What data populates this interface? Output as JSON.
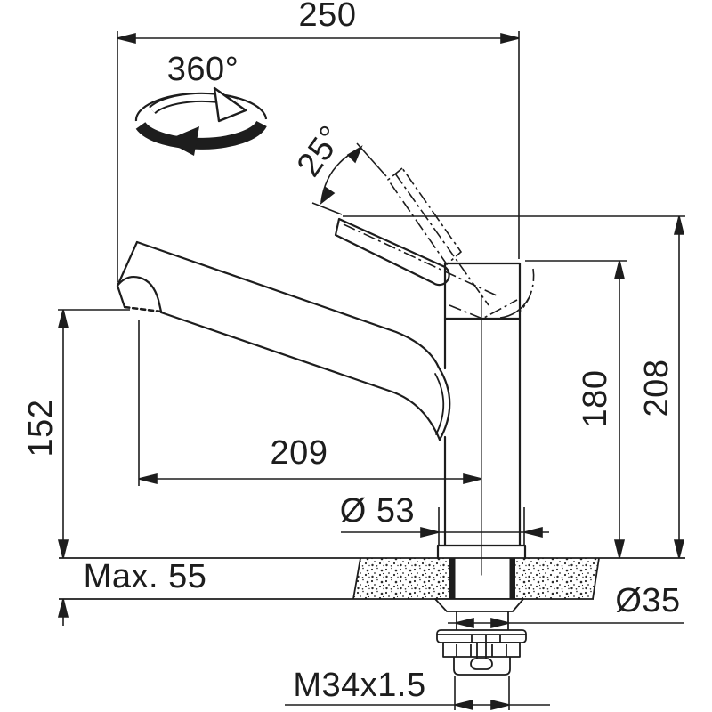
{
  "drawing": {
    "product": "Kitchen mixer tap installation dimension drawing",
    "labels": {
      "total_width": "250",
      "swivel_range": "360°",
      "lever_angle": "25°",
      "spout_height": "152",
      "spout_reach": "209",
      "body_height": "180",
      "total_height": "208",
      "base_diameter": "Ø 53",
      "max_counter_thickness": "Max. 55",
      "hole_diameter": "Ø35",
      "thread_size": "M34x1.5"
    },
    "colors": {
      "line": "#1d1d1d",
      "background": "#ffffff"
    }
  }
}
